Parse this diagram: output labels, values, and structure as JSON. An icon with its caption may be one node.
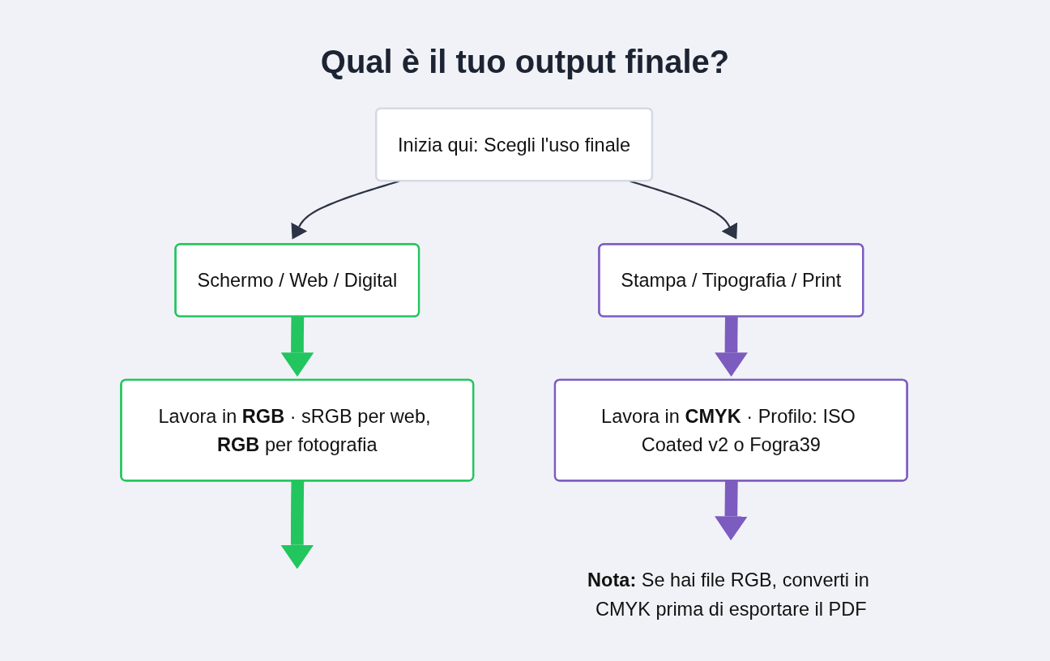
{
  "diagram": {
    "title": "Qual è il tuo output finale?",
    "nodes": [
      {
        "text": [
          "Inizia qui: Scegli l'uso finale"
        ]
      },
      {
        "text": [
          "Schermo / Web / Digital"
        ]
      },
      {
        "text": [
          "Stampa / Tipografia / Print"
        ]
      },
      {
        "text": [
          "Lavora in **RGB** · sRGB per web, **RGB** per fotografia"
        ]
      },
      {
        "text": [
          "Lavora in **CMYK** · Profilo: ISO Coated v2 o Fogra39"
        ]
      },
      {
        "text": [
          "**Nota:** Se hai file RGB, converti in CMYK prima di esportare il PDF"
        ]
      }
    ],
    "edges": [
      {
        "from": 0,
        "to": 1,
        "arrow": "to"
      },
      {
        "from": 0,
        "to": 2,
        "arrow": "to"
      },
      {
        "from": 1,
        "to": 3,
        "arrow": "to",
        "color": "#22c55e"
      },
      {
        "from": 2,
        "to": 4,
        "arrow": "to",
        "color": "#7c5cbf"
      },
      {
        "from": 3,
        "to": null,
        "arrow": "to",
        "color": "#22c55e"
      },
      {
        "from": 4,
        "to": 5,
        "arrow": "to",
        "color": "#7c5cbf"
      }
    ]
  }
}
